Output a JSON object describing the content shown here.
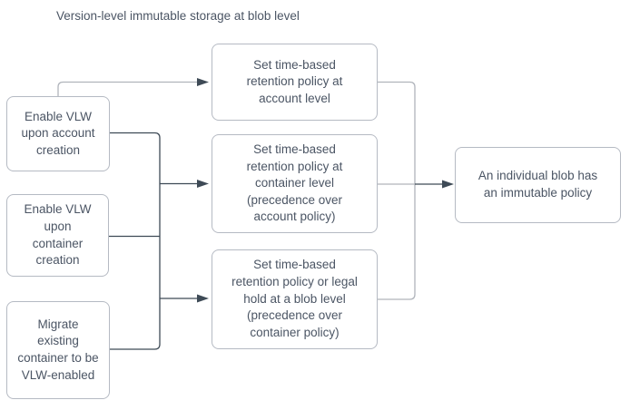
{
  "title": "Version-level immutable storage at blob level",
  "colors": {
    "background": "#ffffff",
    "box_fill": "#ffffff",
    "box_border": "#b5bac3",
    "text": "#4b5564",
    "edge_light": "#b0b4bb",
    "edge_dark": "#3e4a56"
  },
  "nodes": {
    "left": [
      {
        "label": "Enable VLW upon account creation"
      },
      {
        "label": "Enable VLW upon container creation"
      },
      {
        "label": "Migrate existing container to be VLW-enabled"
      }
    ],
    "middle": [
      {
        "label": "Set time-based retention policy at account level"
      },
      {
        "label": "Set time-based retention policy at container level (precedence over account policy)"
      },
      {
        "label": "Set time-based retention policy or legal hold at a blob level (precedence over container policy)"
      }
    ],
    "right": {
      "label": "An individual blob has an immutable policy"
    }
  }
}
